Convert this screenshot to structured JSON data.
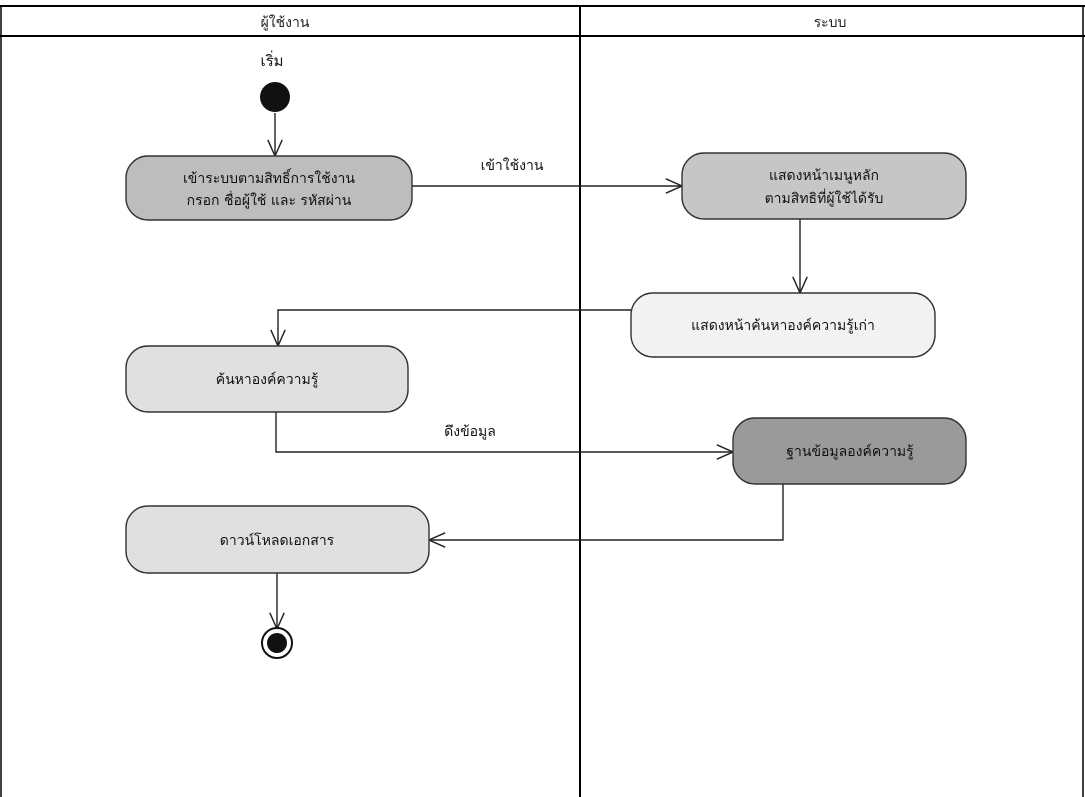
{
  "lanes": {
    "left_title": "ผู้ใช้งาน",
    "right_title": "ระบบ"
  },
  "start_label": "เริ่ม",
  "nodes": {
    "login": {
      "line1": "เข้าระบบตามสิทธิ์การใช้งาน",
      "line2": "กรอก ชื่อผู้ใช้ และ รหัสผ่าน"
    },
    "main_menu": {
      "line1": "แสดงหน้าเมนูหลัก",
      "line2": "ตามสิทธิที่ผู้ใช้ได้รับ"
    },
    "search_page": {
      "label": "แสดงหน้าค้นหาองค์ความรู้เก่า"
    },
    "search": {
      "label": "ค้นหาองค์ความรู้"
    },
    "knowledge_db": {
      "label": "ฐานข้อมูลองค์ความรู้"
    },
    "download": {
      "label": "ดาวน์โหลดเอกสาร"
    }
  },
  "edges": {
    "login_to_menu": "เข้าใช้งาน",
    "search_to_db": "ดึงข้อมูล"
  },
  "colors": {
    "lane_line": "#000000",
    "node_border": "#333333",
    "login_fill": "#bdbdbd",
    "menu_fill": "#c6c6c6",
    "search_page_fill": "#f2f2f2",
    "search_fill": "#e0e0e0",
    "db_fill": "#9a9a9a",
    "download_fill": "#e0e0e0",
    "node_dark": "#222222"
  }
}
